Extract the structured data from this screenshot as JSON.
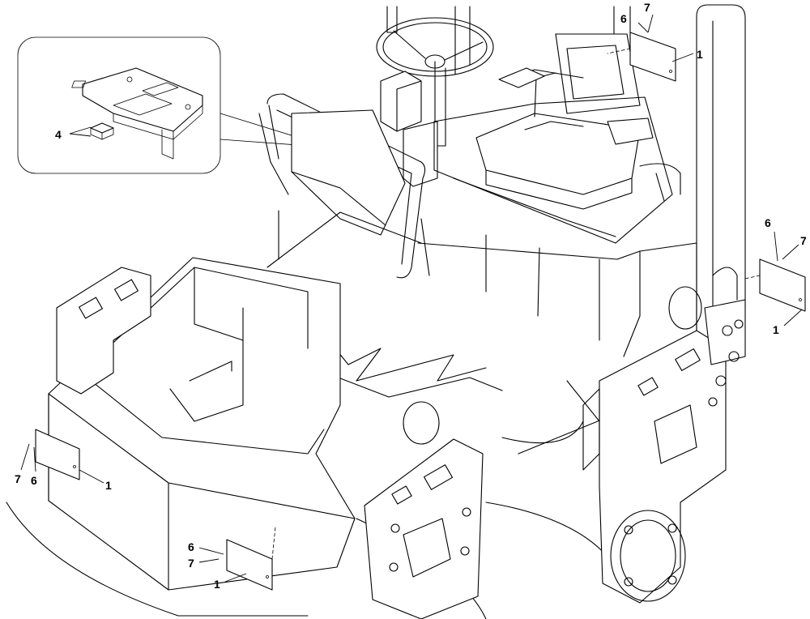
{
  "callouts": {
    "plate_top_right": {
      "item": "1",
      "screw": "6",
      "rivet": "7"
    },
    "plate_right": {
      "item": "1",
      "screw": "6",
      "rivet": "7"
    },
    "plate_front_left": {
      "item": "1",
      "screw": "6",
      "rivet": "7"
    },
    "plate_front_mid": {
      "item": "1",
      "screw": "6",
      "rivet": "7"
    },
    "inset_part": "4"
  }
}
